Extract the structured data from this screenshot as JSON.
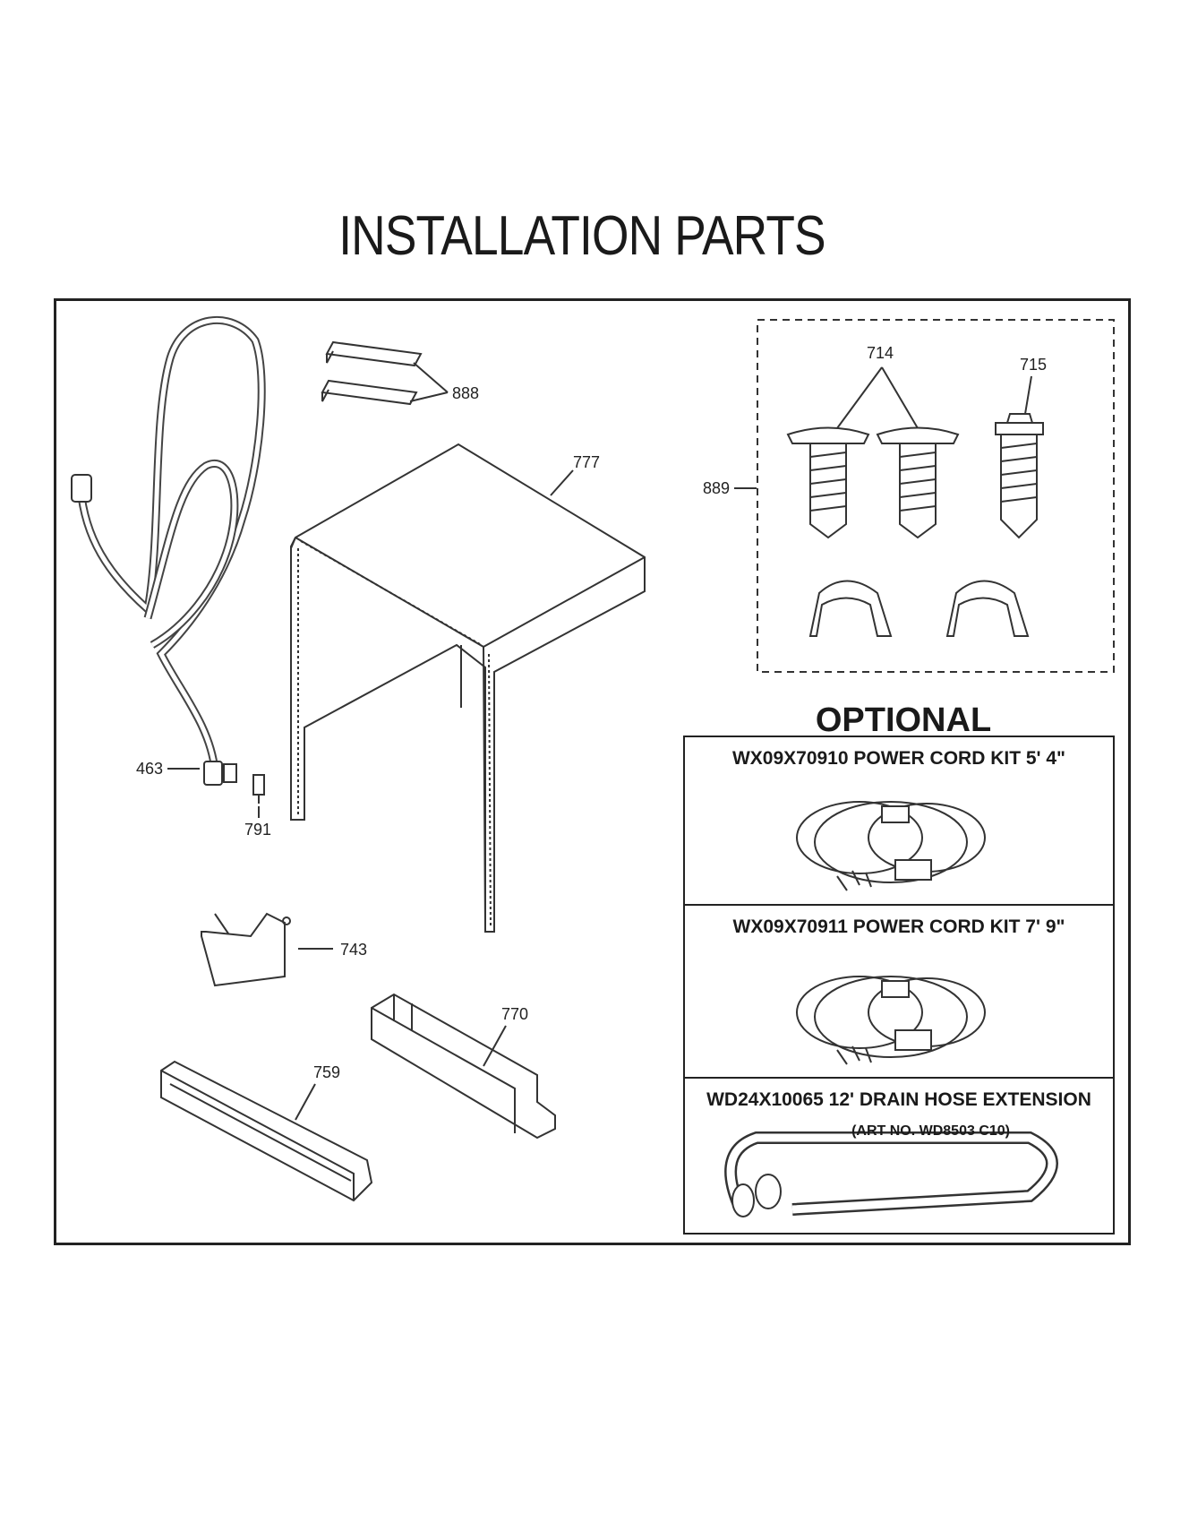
{
  "title": "INSTALLATION PARTS",
  "optional_heading": "OPTIONAL",
  "callouts": {
    "c463": "463",
    "c791": "791",
    "c888": "888",
    "c777": "777",
    "c889": "889",
    "c714": "714",
    "c715": "715",
    "c743": "743",
    "c770": "770",
    "c759": "759"
  },
  "optional_kits": [
    {
      "label": "WX09X70910 POWER CORD KIT 5' 4\""
    },
    {
      "label": "WX09X70911 POWER CORD KIT 7' 9\""
    },
    {
      "label": "WD24X10065 12' DRAIN HOSE EXTENSION"
    }
  ],
  "art_number": "(ART NO. WD8503 C10)"
}
